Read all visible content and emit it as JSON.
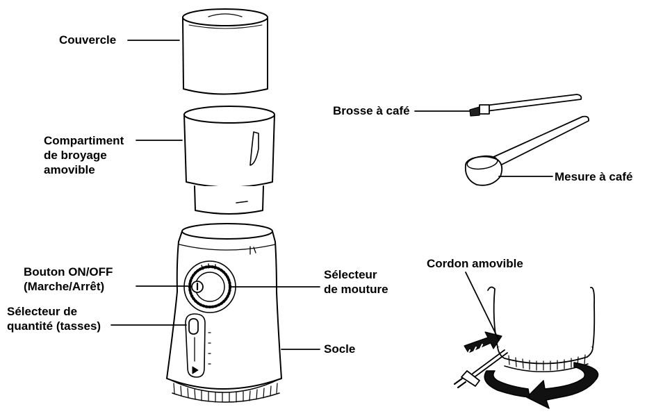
{
  "labels": {
    "couvercle": "Couvercle",
    "compartiment": "Compartiment\nde broyage\namovible",
    "bouton": "Bouton ON/OFF\n(Marche/Arrêt)",
    "quantite": "Sélecteur de\nquantité (tasses)",
    "selecteur_mouture": "Sélecteur\nde mouture",
    "socle": "Socle",
    "brosse": "Brosse à café",
    "mesure": "Mesure à café",
    "cordon": "Cordon amovible"
  },
  "colors": {
    "line": "#000000",
    "fill": "#ffffff",
    "arrow": "#111111"
  }
}
